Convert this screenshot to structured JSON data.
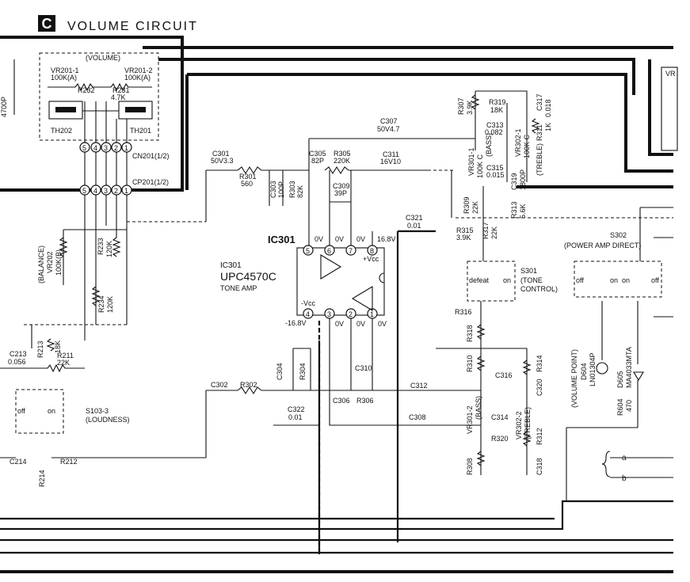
{
  "header": {
    "badge": "C",
    "title": "VOLUME CIRCUIT"
  },
  "volume_block": {
    "title": "(VOLUME)",
    "vr201_1": "VR201-1",
    "vr201_1_val": "100K(A)",
    "vr201_2": "VR201-2",
    "vr201_2_val": "100K(A)",
    "r232": "R232",
    "r231": "R231",
    "r231_val": "4.7K",
    "th202": "TH202",
    "th201": "TH201",
    "cap_left": "4700P"
  },
  "connectors": {
    "cn201": "CN201(1/2)",
    "cp201": "CP201(1/2)",
    "pins": [
      "5",
      "4",
      "3",
      "2",
      "1"
    ]
  },
  "ic": {
    "ref": "IC301",
    "ref2": "IC301",
    "part": "UPC4570C",
    "function": "TONE AMP",
    "vcc_pos": "+Vcc",
    "vcc_neg": "-Vcc",
    "rail_pos": "16.8V",
    "rail_neg": "-16.8V",
    "top_pins": [
      {
        "num": "5",
        "volt": "0V"
      },
      {
        "num": "6",
        "volt": "0V"
      },
      {
        "num": "7",
        "volt": "0V"
      },
      {
        "num": "8",
        "volt": ""
      }
    ],
    "bottom_pins": [
      {
        "num": "4",
        "volt": ""
      },
      {
        "num": "3",
        "volt": "0V"
      },
      {
        "num": "2",
        "volt": "0V"
      },
      {
        "num": "1",
        "volt": "0V"
      }
    ]
  },
  "components": {
    "c301": "C301",
    "c301_val": "50V3.3",
    "r301": "R301",
    "r301_val": "560",
    "c303": "C303",
    "c303_val": "100P",
    "r303": "R303",
    "r303_val": "82K",
    "c305": "C305",
    "c305_val": "82P",
    "r305": "R305",
    "r305_val": "220K",
    "c309": "C309",
    "c309_val": "39P",
    "c307": "C307",
    "c307_val": "50V4.7",
    "c311": "C311",
    "c311_val": "16V10",
    "c321": "C321",
    "c321_val": "0.01",
    "r307": "R307",
    "r307_val": "3.9K",
    "r319": "R319",
    "r319_val": "18K",
    "c317": "C317",
    "c317_val": "0.018",
    "c313": "C313",
    "c313_val": "0.082",
    "r311": "R311",
    "r311_val": "1K",
    "vr301_1": "VR301-1",
    "vr301_1_val": "100K C",
    "bass": "(BASS)",
    "vr302_1": "VR302-1",
    "vr302_1_val": "100K C",
    "treble": "(TREBLE)",
    "c315": "C315",
    "c315_val": "0.015",
    "c319": "C319",
    "c319_val": "1800P",
    "r309": "R309",
    "r309_val": "22K",
    "r317": "R317",
    "r317_val": "22K",
    "r313": "R313",
    "r313_val": "5.6K",
    "r315": "R315",
    "r315_val": "3.9K",
    "r233": "R233",
    "r233_val": "120K",
    "vr202": "VR202",
    "vr202_val": "100K(B)",
    "balance": "(BALANCE)",
    "r234": "R234",
    "r234_val": "120K",
    "c213": "C213",
    "c213_val": "0.056",
    "r213": "R213",
    "r213_val": "18K",
    "r211": "R211",
    "r211_val": "22K",
    "c214": "C214",
    "r212": "R212",
    "r214": "R214",
    "c302": "C302",
    "r302": "R302",
    "c304": "C304",
    "r304": "R304",
    "c310": "C310",
    "c306": "C306",
    "r306": "R306",
    "c312": "C312",
    "c322": "C322",
    "c322_val": "0.01",
    "c308": "C308",
    "r316": "R316",
    "r318": "R318",
    "r310": "R310",
    "c316": "C316",
    "r314": "R314",
    "c320": "C320",
    "vr301_2": "VR301-2",
    "vr302_2": "VR302-2",
    "c314": "C314",
    "r320": "R320",
    "r312": "R312",
    "c318": "C318",
    "r308": "R308",
    "r604": "R604",
    "r604_val": "470",
    "d605": "D605",
    "d605_val": "MA4033MTA",
    "d604": "D604",
    "d604_val": "LN01304P",
    "volume_point": "(VOLUME POINT)"
  },
  "switches": {
    "s301": "S301",
    "s301_fn": "(TONE",
    "s301_fn2": "CONTROL)",
    "s301_defeat": "defeat",
    "s301_on": "on",
    "s302": "S302",
    "s302_fn": "(POWER AMP DIRECT)",
    "s302_off_left": "off",
    "s302_on_left": "on",
    "s302_on_right": "on",
    "s302_off_right": "off",
    "s103": "S103-3",
    "s103_fn": "(LOUDNESS)",
    "s103_off": "off",
    "s103_on": "on"
  },
  "outputs": {
    "a": "a",
    "b": "b"
  },
  "right_edge": {
    "vr_partial": "VR"
  }
}
